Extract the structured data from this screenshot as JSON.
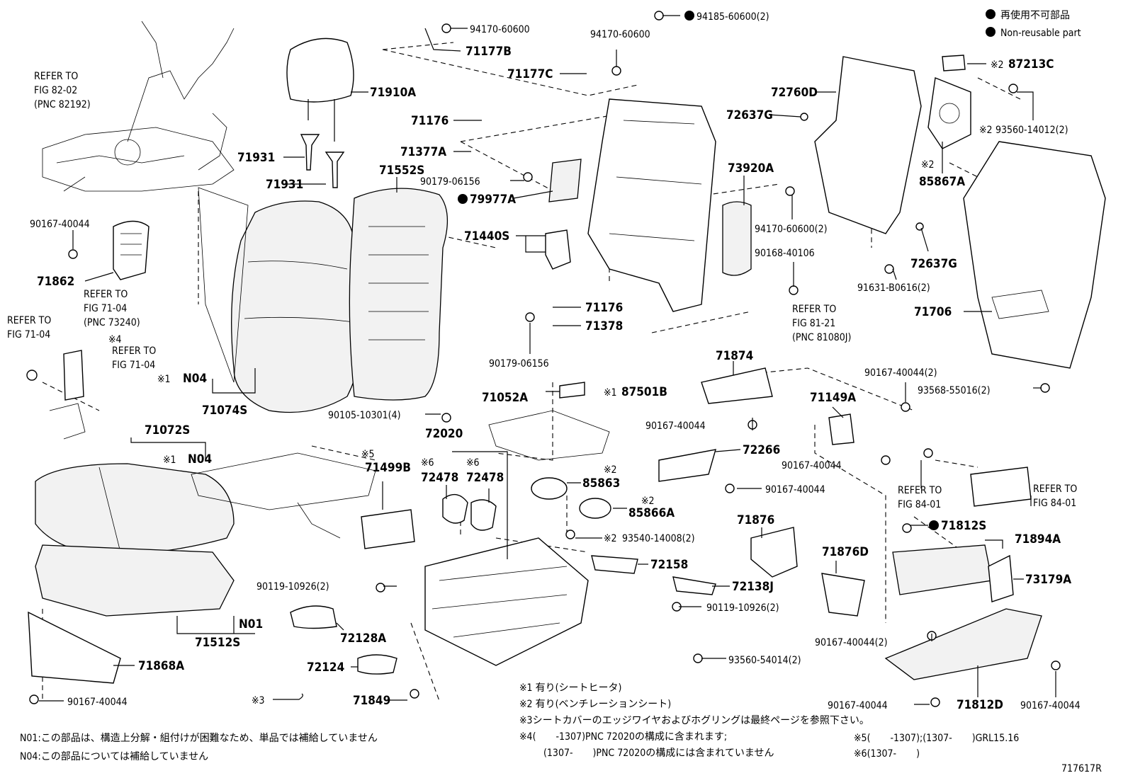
{
  "legend": {
    "non_reusable_ja": "再使用不可部品",
    "non_reusable_en": "Non-reusable part"
  },
  "labels": [
    {
      "id": "n94170a",
      "text": "94170-60600"
    },
    {
      "id": "n71177B",
      "text": "71177B"
    },
    {
      "id": "n94170b",
      "text": "94170-60600"
    },
    {
      "id": "n94185",
      "text": "94185-60600(2)"
    },
    {
      "id": "n71177C",
      "text": "71177C"
    },
    {
      "id": "n71910A",
      "text": "71910A"
    },
    {
      "id": "n71176a",
      "text": "71176"
    },
    {
      "id": "n71377A",
      "text": "71377A"
    },
    {
      "id": "n71931a",
      "text": "71931"
    },
    {
      "id": "n71931b",
      "text": "71931"
    },
    {
      "id": "n71552S",
      "text": "71552S"
    },
    {
      "id": "n90179a",
      "text": "90179-06156"
    },
    {
      "id": "n79977A",
      "text": "79977A"
    },
    {
      "id": "n71440S",
      "text": "71440S"
    },
    {
      "id": "n72760D",
      "text": "72760D"
    },
    {
      "id": "n72637Ga",
      "text": "72637G"
    },
    {
      "id": "n87213C",
      "text": "87213C"
    },
    {
      "id": "n93560a",
      "text": "93560-14012(2)"
    },
    {
      "id": "n85867A",
      "text": "85867A"
    },
    {
      "id": "n73920A",
      "text": "73920A"
    },
    {
      "id": "n94170c",
      "text": "94170-60600(2)"
    },
    {
      "id": "n90168",
      "text": "90168-40106"
    },
    {
      "id": "n72637Gb",
      "text": "72637G"
    },
    {
      "id": "n91631",
      "text": "91631-B0616(2)"
    },
    {
      "id": "n71706",
      "text": "71706"
    },
    {
      "id": "n90167a",
      "text": "90167-40044"
    },
    {
      "id": "n71862",
      "text": "71862"
    },
    {
      "id": "n71176b",
      "text": "71176"
    },
    {
      "id": "n71378",
      "text": "71378"
    },
    {
      "id": "n90179b",
      "text": "90179-06156"
    },
    {
      "id": "n71874",
      "text": "71874"
    },
    {
      "id": "n90167b",
      "text": "90167-40044(2)"
    },
    {
      "id": "n93568",
      "text": "93568-55016(2)"
    },
    {
      "id": "nN04a",
      "text": "N04"
    },
    {
      "id": "n71074S",
      "text": "71074S"
    },
    {
      "id": "n90105",
      "text": "90105-10301(4)"
    },
    {
      "id": "n71052A",
      "text": "71052A"
    },
    {
      "id": "n87501B",
      "text": "87501B"
    },
    {
      "id": "n71149A",
      "text": "71149A"
    },
    {
      "id": "n71072S",
      "text": "71072S"
    },
    {
      "id": "n72020",
      "text": "72020"
    },
    {
      "id": "n90167c",
      "text": "90167-40044"
    },
    {
      "id": "n72266",
      "text": "72266"
    },
    {
      "id": "n90167d",
      "text": "90167-40044"
    },
    {
      "id": "nN04b",
      "text": "N04"
    },
    {
      "id": "n71499B",
      "text": "71499B"
    },
    {
      "id": "n72478a",
      "text": "72478"
    },
    {
      "id": "n72478b",
      "text": "72478"
    },
    {
      "id": "n85863",
      "text": "85863"
    },
    {
      "id": "n90167e",
      "text": "90167-40044"
    },
    {
      "id": "n85866A",
      "text": "85866A"
    },
    {
      "id": "n71876",
      "text": "71876"
    },
    {
      "id": "n93540",
      "text": "93540-14008(2)"
    },
    {
      "id": "n71812S",
      "text": "71812S"
    },
    {
      "id": "n71894A",
      "text": "71894A"
    },
    {
      "id": "n72158",
      "text": "72158"
    },
    {
      "id": "n71876D",
      "text": "71876D"
    },
    {
      "id": "n73179A",
      "text": "73179A"
    },
    {
      "id": "n90119a",
      "text": "90119-10926(2)"
    },
    {
      "id": "n72138J",
      "text": "72138J"
    },
    {
      "id": "n90119b",
      "text": "90119-10926(2)"
    },
    {
      "id": "nN01",
      "text": "N01"
    },
    {
      "id": "n71512S",
      "text": "71512S"
    },
    {
      "id": "n72128A",
      "text": "72128A"
    },
    {
      "id": "n90167f",
      "text": "90167-40044(2)"
    },
    {
      "id": "n71868A",
      "text": "71868A"
    },
    {
      "id": "n72124",
      "text": "72124"
    },
    {
      "id": "n93560b",
      "text": "93560-54014(2)"
    },
    {
      "id": "n90167g",
      "text": "90167-40044"
    },
    {
      "id": "n71849",
      "text": "71849"
    },
    {
      "id": "n90167h",
      "text": "90167-40044"
    },
    {
      "id": "n71812D",
      "text": "71812D"
    },
    {
      "id": "n90167i",
      "text": "90167-40044"
    }
  ],
  "refers": [
    {
      "id": "r1",
      "lines": [
        "REFER TO",
        "FIG 82-02",
        "(PNC 82192)"
      ]
    },
    {
      "id": "r2",
      "lines": [
        "REFER TO",
        "FIG 71-04",
        "(PNC 73240)"
      ]
    },
    {
      "id": "r3",
      "lines": [
        "REFER TO",
        "FIG 71-04"
      ]
    },
    {
      "id": "r4",
      "lines": [
        "REFER TO",
        "FIG 71-04"
      ]
    },
    {
      "id": "r5",
      "lines": [
        "REFER TO",
        "FIG 81-21",
        "(PNC 81080J)"
      ]
    },
    {
      "id": "r6",
      "lines": [
        "REFER TO",
        "FIG 84-01"
      ]
    },
    {
      "id": "r7",
      "lines": [
        "REFER TO",
        "FIG 84-01"
      ]
    }
  ],
  "marks": {
    "m2a": "※2",
    "m2b": "※2",
    "m2c": "※2",
    "m4": "※4",
    "m1a": "※1",
    "m1b": "※1",
    "m1c": "※1",
    "m5": "※5",
    "m6a": "※6",
    "m6b": "※6",
    "m2d": "※2",
    "m2e": "※2",
    "m2f": "※2",
    "m3": "※3"
  },
  "notes": {
    "n1": "※1 有り(シートヒータ)",
    "n2": "※2 有り(ベンチレーションシート)",
    "n3": "※3シートカバーのエッジワイヤおよびホグリングは最終ページを参照下さい。",
    "n4a": "※4(　　-1307)PNC 72020の構成に含まれます;",
    "n4b": "(1307-　　)PNC 72020の構成には含まれていません",
    "n5": "※5(　　-1307);(1307-　　)GRL15.16",
    "n6": "※6(1307-　　)",
    "n01": "N01:この部品は、構造上分解・組付けが困難なため、単品では補給していません",
    "n04": "N04:この部品については補給していません",
    "fig_code": "717617R"
  }
}
